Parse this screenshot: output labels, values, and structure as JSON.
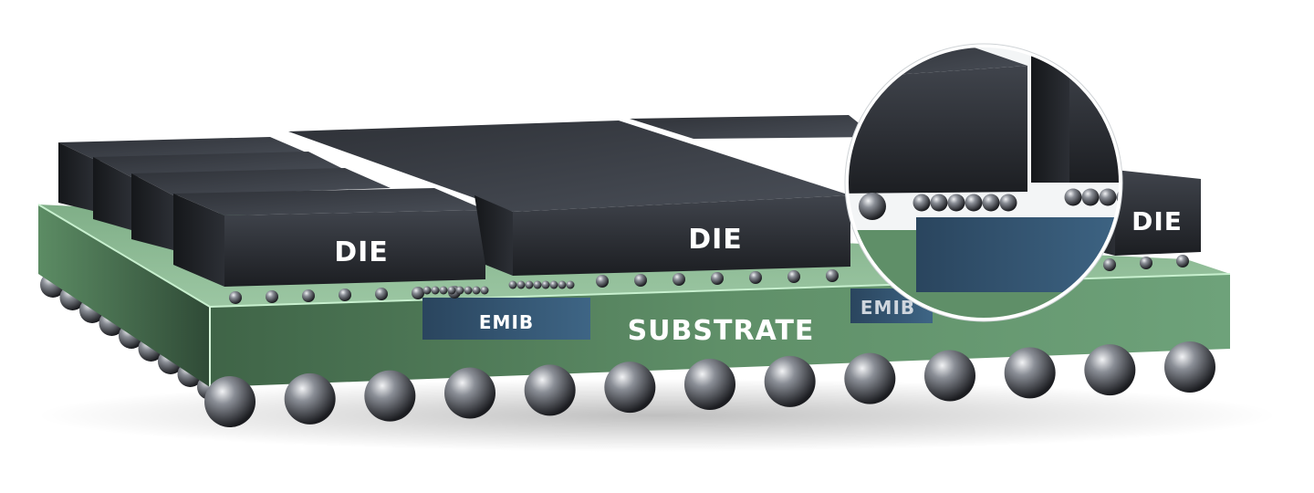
{
  "labels": {
    "die_left": "DIE",
    "die_center": "DIE",
    "die_right": "DIE",
    "emib_left": "EMIB",
    "emib_right": "EMIB",
    "substrate": "SUBSTRATE"
  },
  "colors": {
    "substrate": "#4e7a58",
    "substrate_edge": "#a9dcb3",
    "die": "#2a2d33",
    "die_top": "#3a3e45",
    "emib": "#2f4c66",
    "bump": "#7c8088",
    "label": "#ffffff"
  }
}
